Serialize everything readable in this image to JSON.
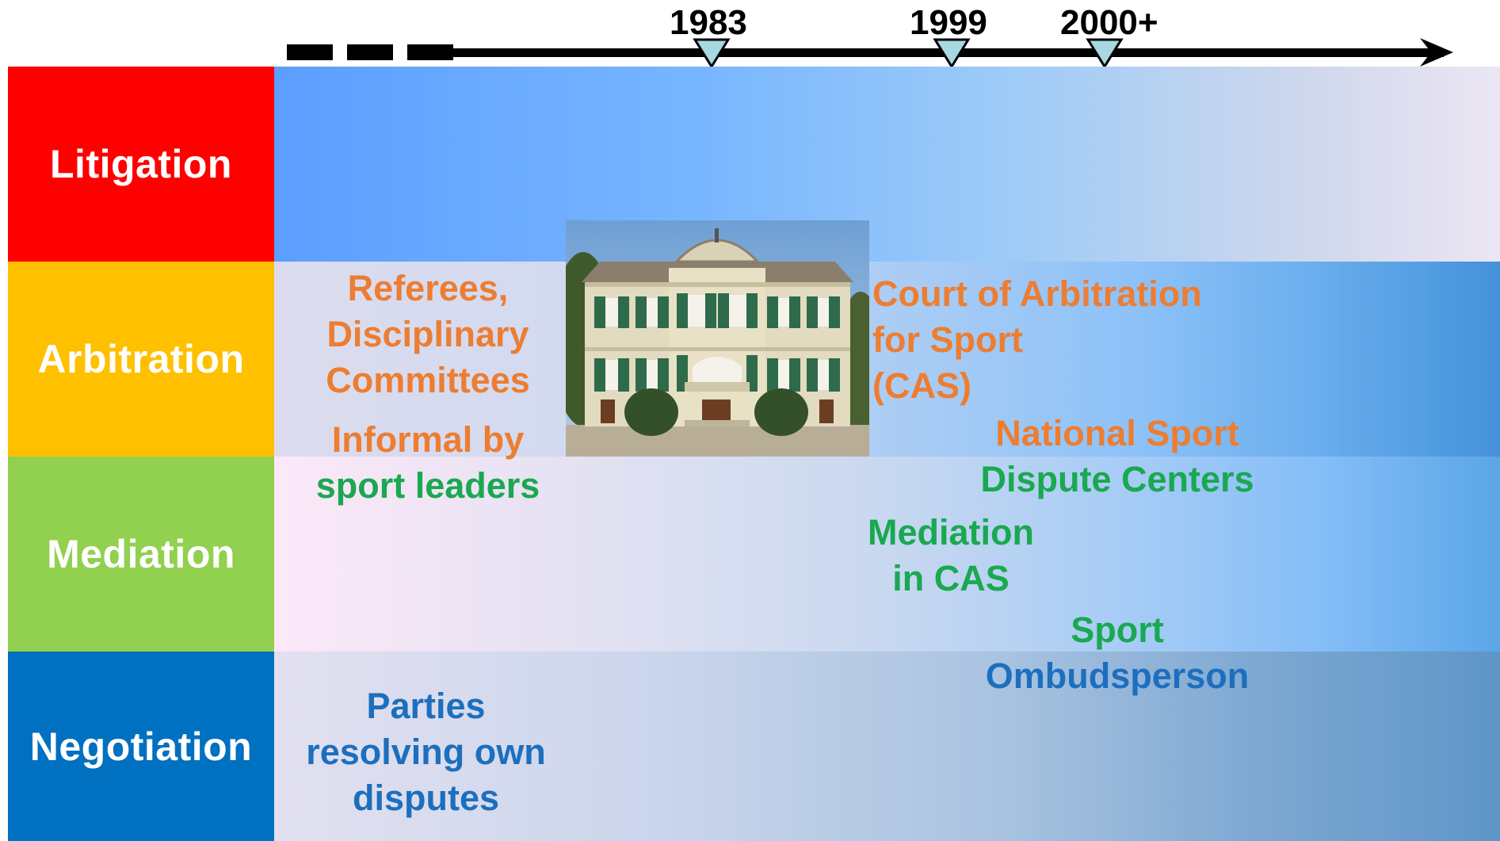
{
  "timeline": {
    "years": [
      "1983",
      "1999",
      "2000+"
    ]
  },
  "categories": [
    "Litigation",
    "Arbitration",
    "Mediation",
    "Negotiation"
  ],
  "colors": {
    "litigation": "#FF0000",
    "arbitration": "#FFC000",
    "mediation": "#92D050",
    "negotiation": "#0070C0",
    "label_orange": "#ED7D31",
    "label_green": "#1AA850",
    "label_blue": "#1C6FBE",
    "marker_fill": "#A8D8E0"
  },
  "labels": {
    "referees": [
      "Referees,",
      "Disciplinary",
      "Committees"
    ],
    "informal": [
      "Informal by",
      "sport leaders"
    ],
    "cas": [
      "Court of Arbitration",
      "for Sport",
      "(CAS)"
    ],
    "national": [
      "National Sport",
      "Dispute Centers"
    ],
    "mediation_cas": [
      "Mediation",
      "in CAS"
    ],
    "ombud": [
      "Sport",
      "Ombudsperson"
    ],
    "parties": [
      "Parties",
      "resolving own",
      "disputes"
    ]
  },
  "image": {
    "icon": "cas-building-photo"
  }
}
